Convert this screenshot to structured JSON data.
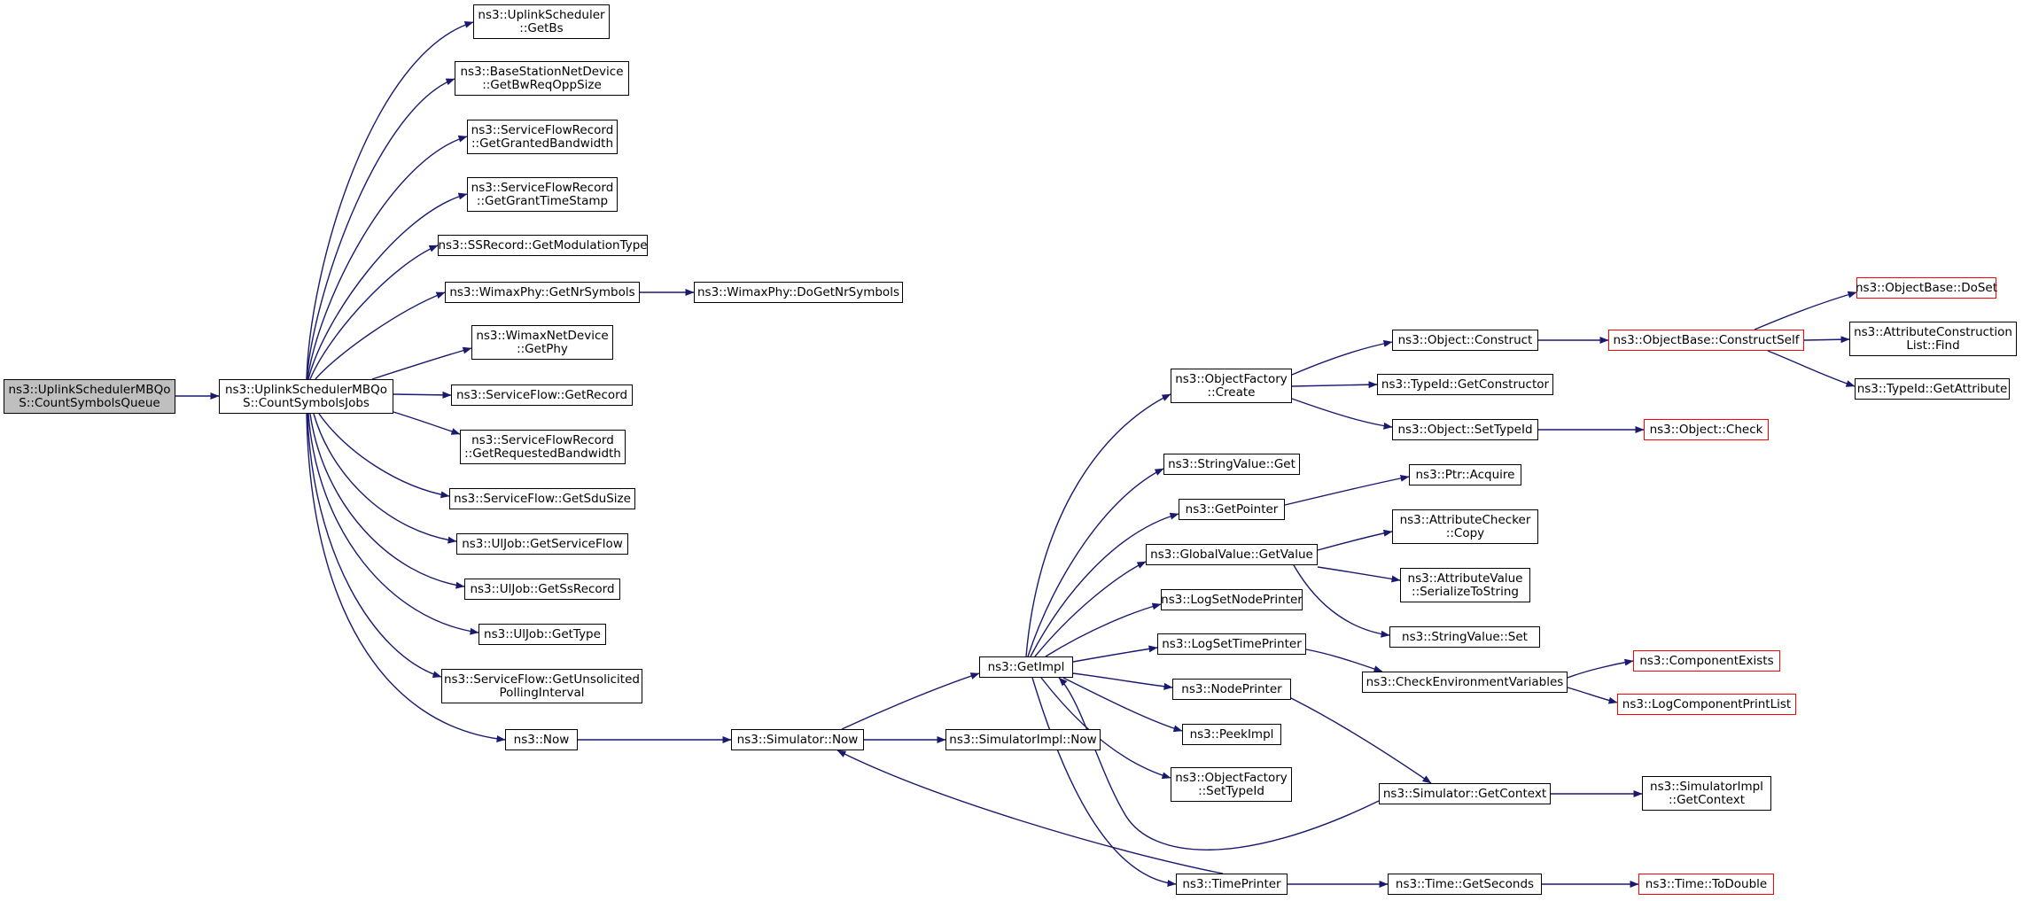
{
  "colors": {
    "edge": "#191970",
    "border": "#000000",
    "border_truncated": "#ff0000",
    "root_fill": "#bfbfbf"
  },
  "nodes": [
    {
      "id": "n1",
      "lines": [
        "ns3::UplinkSchedulerMBQo",
        "S::CountSymbolsQueue"
      ]
    },
    {
      "id": "n2",
      "lines": [
        "ns3::UplinkSchedulerMBQo",
        "S::CountSymbolsJobs"
      ]
    },
    {
      "id": "n3",
      "lines": [
        "ns3::UplinkScheduler",
        "::GetBs"
      ]
    },
    {
      "id": "n4",
      "lines": [
        "ns3::BaseStationNetDevice",
        "::GetBwReqOppSize"
      ]
    },
    {
      "id": "n5",
      "lines": [
        "ns3::ServiceFlowRecord",
        "::GetGrantedBandwidth"
      ]
    },
    {
      "id": "n6",
      "lines": [
        "ns3::ServiceFlowRecord",
        "::GetGrantTimeStamp"
      ]
    },
    {
      "id": "n7",
      "lines": [
        "ns3::SSRecord::GetModulationType"
      ]
    },
    {
      "id": "n8",
      "lines": [
        "ns3::WimaxPhy::GetNrSymbols"
      ]
    },
    {
      "id": "n9",
      "lines": [
        "ns3::WimaxPhy::DoGetNrSymbols"
      ]
    },
    {
      "id": "n10",
      "lines": [
        "ns3::WimaxNetDevice",
        "::GetPhy"
      ]
    },
    {
      "id": "n11",
      "lines": [
        "ns3::ServiceFlow::GetRecord"
      ]
    },
    {
      "id": "n12",
      "lines": [
        "ns3::ServiceFlowRecord",
        "::GetRequestedBandwidth"
      ]
    },
    {
      "id": "n13",
      "lines": [
        "ns3::ServiceFlow::GetSduSize"
      ]
    },
    {
      "id": "n14",
      "lines": [
        "ns3::UlJob::GetServiceFlow"
      ]
    },
    {
      "id": "n15",
      "lines": [
        "ns3::UlJob::GetSsRecord"
      ]
    },
    {
      "id": "n16",
      "lines": [
        "ns3::UlJob::GetType"
      ]
    },
    {
      "id": "n17",
      "lines": [
        "ns3::ServiceFlow::GetUnsolicited",
        "PollingInterval"
      ]
    },
    {
      "id": "n18",
      "lines": [
        "ns3::Now"
      ]
    },
    {
      "id": "n19",
      "lines": [
        "ns3::Simulator::Now"
      ]
    },
    {
      "id": "n20",
      "lines": [
        "ns3::GetImpl"
      ]
    },
    {
      "id": "n21",
      "lines": [
        "ns3::SimulatorImpl::Now"
      ]
    },
    {
      "id": "n22",
      "lines": [
        "ns3::ObjectFactory",
        "::Create"
      ]
    },
    {
      "id": "n23",
      "lines": [
        "ns3::StringValue::Get"
      ]
    },
    {
      "id": "n24",
      "lines": [
        "ns3::GetPointer"
      ]
    },
    {
      "id": "n25",
      "lines": [
        "ns3::GlobalValue::GetValue"
      ]
    },
    {
      "id": "n26",
      "lines": [
        "ns3::LogSetNodePrinter"
      ]
    },
    {
      "id": "n27",
      "lines": [
        "ns3::LogSetTimePrinter"
      ]
    },
    {
      "id": "n28",
      "lines": [
        "ns3::NodePrinter"
      ]
    },
    {
      "id": "n29",
      "lines": [
        "ns3::PeekImpl"
      ]
    },
    {
      "id": "n30",
      "lines": [
        "ns3::ObjectFactory",
        "::SetTypeId"
      ]
    },
    {
      "id": "n31",
      "lines": [
        "ns3::TimePrinter"
      ]
    },
    {
      "id": "n32",
      "lines": [
        "ns3::Object::Construct"
      ]
    },
    {
      "id": "n33",
      "lines": [
        "ns3::TypeId::GetConstructor"
      ]
    },
    {
      "id": "n34",
      "lines": [
        "ns3::Object::SetTypeId"
      ]
    },
    {
      "id": "n35",
      "lines": [
        "ns3::Ptr::Acquire"
      ]
    },
    {
      "id": "n36",
      "lines": [
        "ns3::AttributeChecker",
        "::Copy"
      ]
    },
    {
      "id": "n37",
      "lines": [
        "ns3::AttributeValue",
        "::SerializeToString"
      ]
    },
    {
      "id": "n38",
      "lines": [
        "ns3::StringValue::Set"
      ]
    },
    {
      "id": "n39",
      "lines": [
        "ns3::CheckEnvironmentVariables"
      ]
    },
    {
      "id": "n40",
      "lines": [
        "ns3::Simulator::GetContext"
      ]
    },
    {
      "id": "n41",
      "lines": [
        "ns3::Time::GetSeconds"
      ]
    },
    {
      "id": "n42",
      "lines": [
        "ns3::ObjectBase::ConstructSelf"
      ]
    },
    {
      "id": "n43",
      "lines": [
        "ns3::Object::Check"
      ]
    },
    {
      "id": "n44",
      "lines": [
        "ns3::ComponentExists"
      ]
    },
    {
      "id": "n45",
      "lines": [
        "ns3::LogComponentPrintList"
      ]
    },
    {
      "id": "n46",
      "lines": [
        "ns3::SimulatorImpl",
        "::GetContext"
      ]
    },
    {
      "id": "n47",
      "lines": [
        "ns3::Time::ToDouble"
      ]
    },
    {
      "id": "n48",
      "lines": [
        "ns3::ObjectBase::DoSet"
      ]
    },
    {
      "id": "n49",
      "lines": [
        "ns3::AttributeConstruction",
        "List::Find"
      ]
    },
    {
      "id": "n50",
      "lines": [
        "ns3::TypeId::GetAttribute"
      ]
    }
  ]
}
